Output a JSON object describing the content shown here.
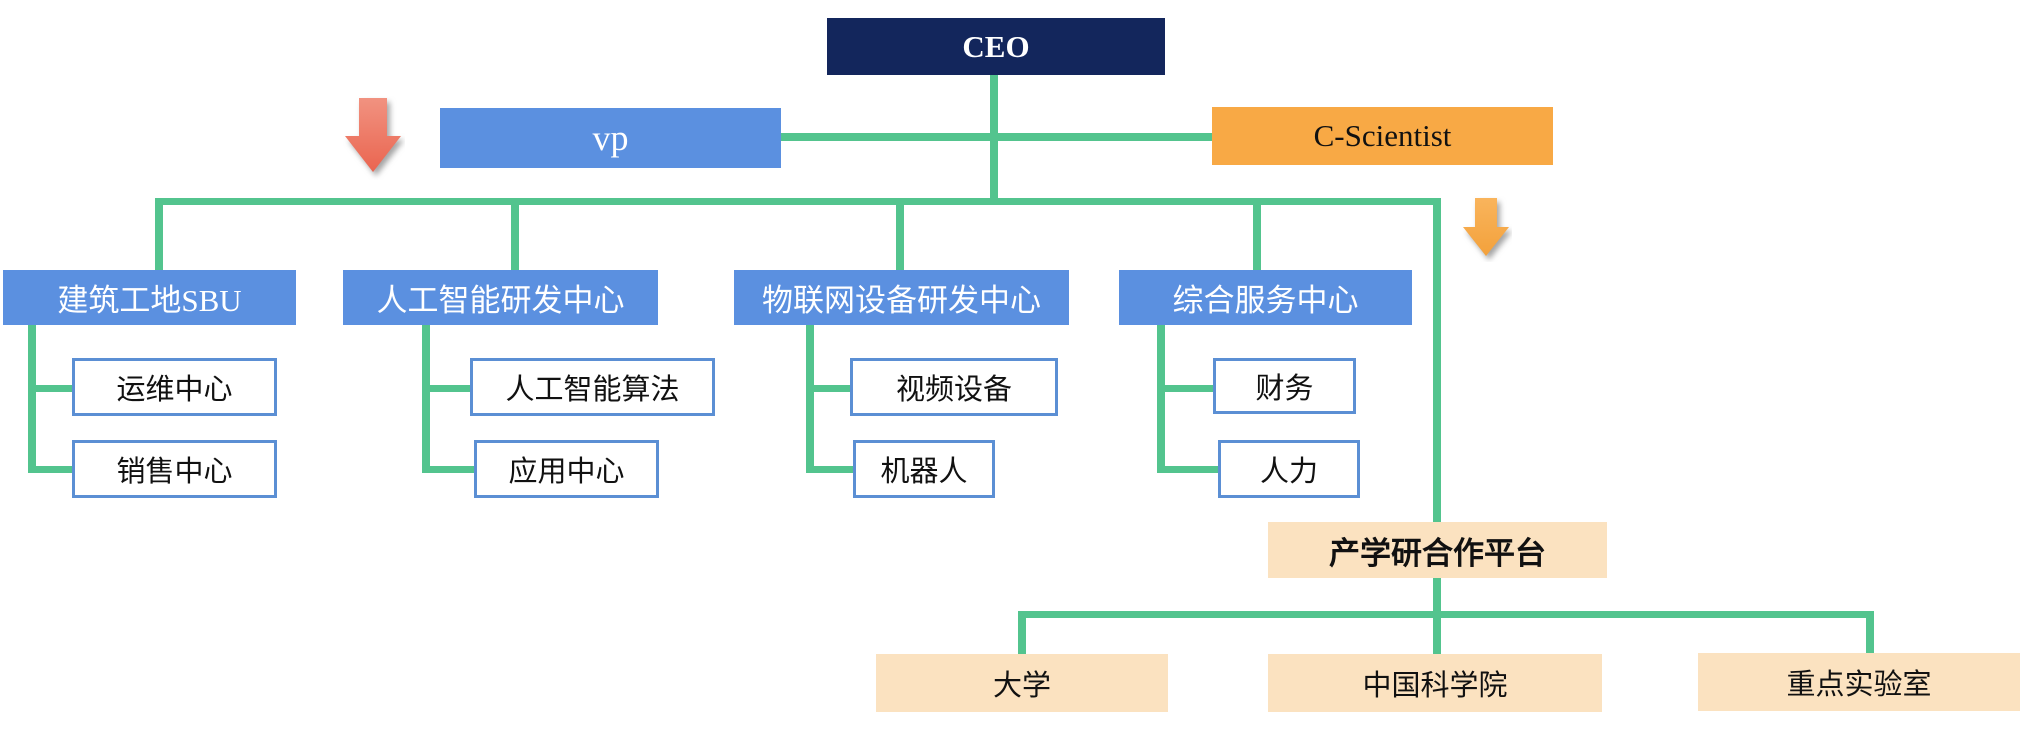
{
  "colors": {
    "ceo_bg": "#13265c",
    "blue_bg": "#5b90e0",
    "orange_bg": "#f8a945",
    "peach_bg": "#fbe2c0",
    "sub_border": "#5b8fd4",
    "connector": "#53c48e",
    "red_arrow_top": "#f19280",
    "red_arrow_bottom": "#ea6550",
    "orange_arrow_top": "#f9b45c",
    "orange_arrow_bottom": "#f3a13b"
  },
  "nodes": {
    "ceo": {
      "label": "CEO"
    },
    "vp": {
      "label": "vp"
    },
    "c_scientist": {
      "label": "C-Scientist"
    },
    "dept_construction": {
      "label": "建筑工地SBU"
    },
    "dept_ai": {
      "label": "人工智能研发中心"
    },
    "dept_iot": {
      "label": "物联网设备研发中心"
    },
    "dept_services": {
      "label": "综合服务中心"
    },
    "sub_ops": {
      "label": "运维中心"
    },
    "sub_sales": {
      "label": "销售中心"
    },
    "sub_ai_algo": {
      "label": "人工智能算法"
    },
    "sub_app": {
      "label": "应用中心"
    },
    "sub_video": {
      "label": "视频设备"
    },
    "sub_robot": {
      "label": "机器人"
    },
    "sub_finance": {
      "label": "财务"
    },
    "sub_hr": {
      "label": "人力"
    },
    "platform": {
      "label": "产学研合作平台"
    },
    "partner_university": {
      "label": "大学"
    },
    "partner_cas": {
      "label": "中国科学院"
    },
    "partner_keylab": {
      "label": "重点实验室"
    }
  },
  "icons": {
    "red_down_arrow": "down-arrow",
    "orange_down_arrow": "down-arrow"
  }
}
